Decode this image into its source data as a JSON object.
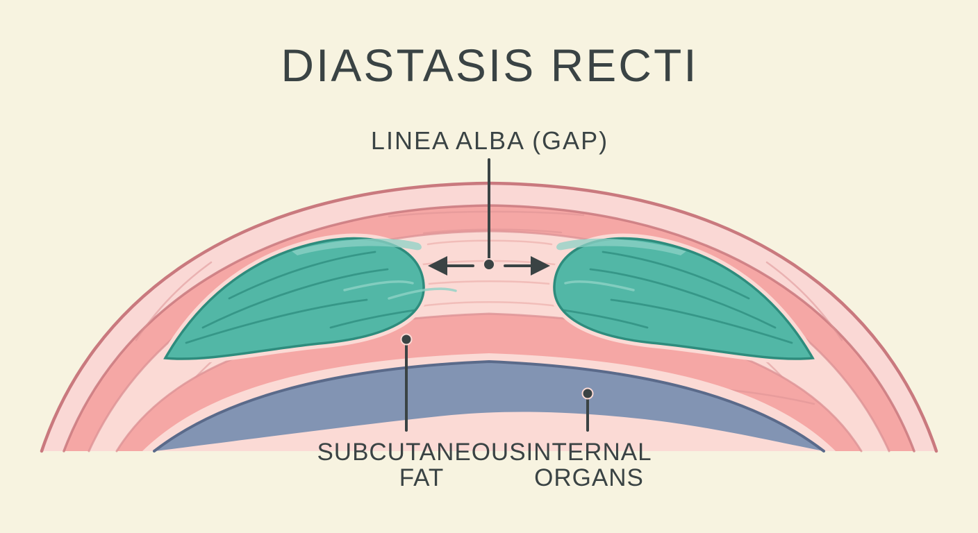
{
  "title": "DIASTASIS RECTI",
  "annotations": {
    "linea_alba": "LINEA ALBA (GAP)",
    "subcutaneous_fat": {
      "line1": "SUBCUTANEOUS",
      "line2": "FAT"
    },
    "internal_organs": {
      "line1": "INTERNAL",
      "line2": "ORGANS"
    }
  },
  "diagram_parts": [
    "skin-layer",
    "subcutaneous-fat-layer",
    "rectus-abdominis-left",
    "rectus-abdominis-right",
    "linea-alba-gap",
    "internal-organs"
  ],
  "colors": {
    "background": "#f7f3e0",
    "skin_outline": "#c9797e",
    "band_light_pink": "#fad8d5",
    "band_salmon": "#f5a7a5",
    "band_pale_pink": "#fbdad5",
    "fiber_rose": "#dd9496",
    "linea_fiber": "#efb5b2",
    "muscle_fill": "#52b7a6",
    "muscle_outline": "#2e8c7d",
    "muscle_highlight": "#8ed2c5",
    "organs_fill": "#8294b3",
    "organs_outline": "#5a6a8a",
    "ink": "#3a4344"
  }
}
